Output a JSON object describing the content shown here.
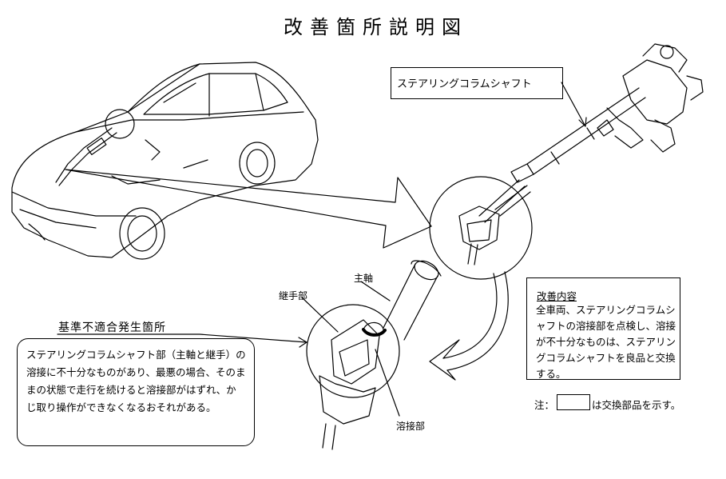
{
  "title": "改善箇所説明図",
  "labels": {
    "steering_column_shaft": "ステアリングコラムシャフト",
    "main_shaft": "主軸",
    "joint": "継手部",
    "weld": "溶接部"
  },
  "nonconformity": {
    "heading": "基準不適合発生箇所",
    "description": "ステアリングコラムシャフト部（主軸と継手）の溶接に不十分なものがあり、最悪の場合、そのままの状態で走行を続けると溶接部がはずれ、かじ取り操作ができなくなるおそれがある。"
  },
  "improvement": {
    "title": "改善内容",
    "text": "全車両、ステアリングコラムシャフトの溶接部を点検し、溶接が不十分なものは、ステアリングコラムシャフトを良品と交換する。"
  },
  "note": {
    "prefix": "注：",
    "suffix": "は交換部品を示す。"
  }
}
